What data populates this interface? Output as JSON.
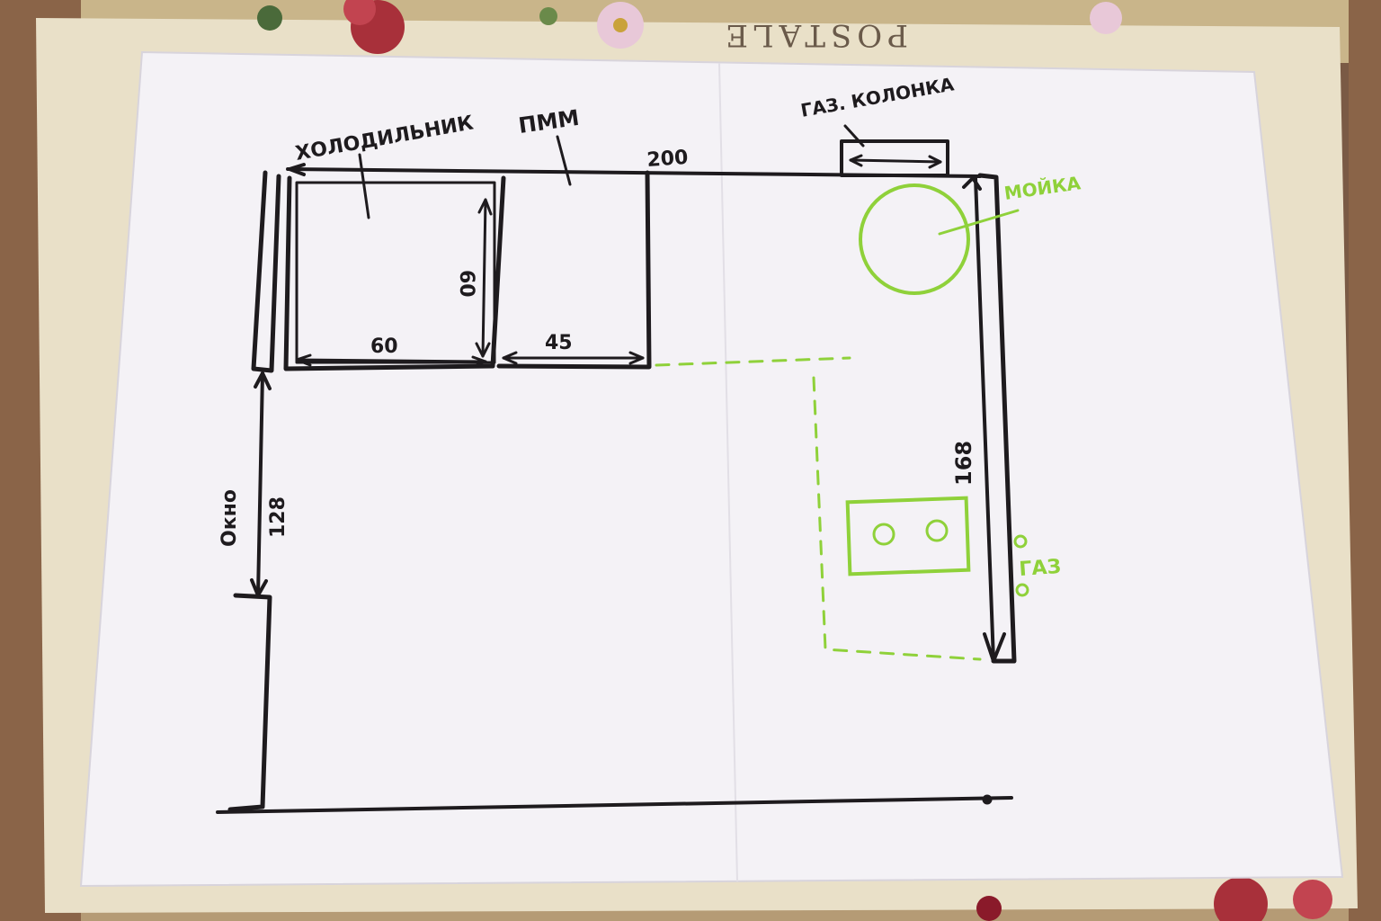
{
  "background": {
    "stamp_text": "POSTALE"
  },
  "colors": {
    "ink": "#1e1b1e",
    "green": "#8fd13a",
    "paper": "#f4f2f6"
  },
  "labels": {
    "fridge": "ХОЛОДИЛЬНИК",
    "dishwasher": "ПММ",
    "gas_heater": "ГАЗ. КОЛОНКА",
    "sink": "МОЙКА",
    "gas": "ГАЗ",
    "window": "Окно"
  },
  "dimensions": {
    "top_wall": "200",
    "fridge_depth": "60",
    "fridge_width": "60",
    "dishwasher_width": "45",
    "right_wall": "168",
    "window_wall": "128"
  }
}
